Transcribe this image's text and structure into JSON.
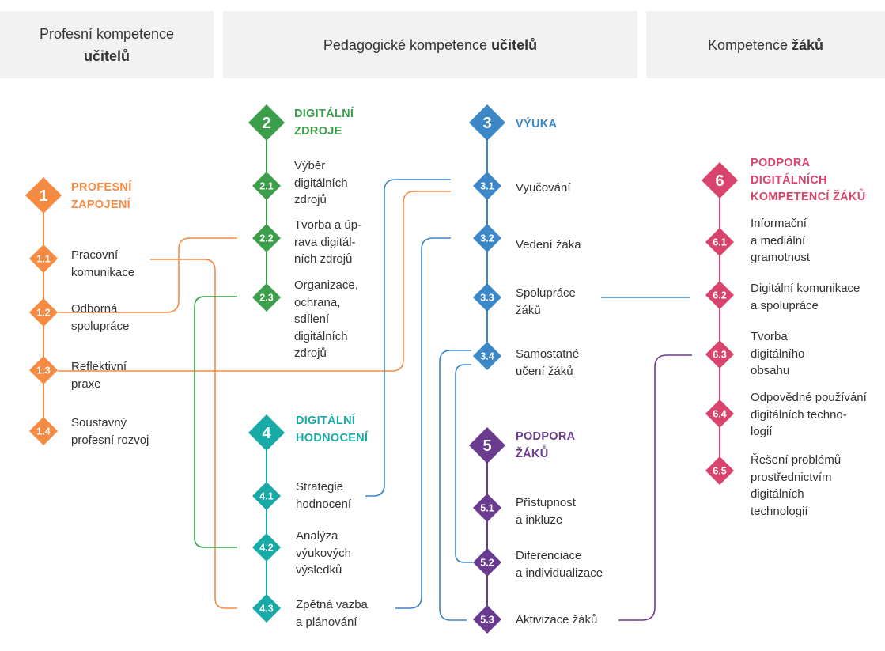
{
  "headers": {
    "professional": {
      "text": "Profesní kompetence",
      "bold": "učitelů"
    },
    "pedagogical": {
      "text": "Pedagogické kompetence ",
      "bold": "učitelů"
    },
    "students": {
      "text": "Kompetence ",
      "bold": "žáků"
    }
  },
  "colors": {
    "orange": "#f58a42",
    "green": "#3a9e4a",
    "blue": "#3b87c7",
    "teal": "#17aaa6",
    "purple": "#6a3b8e",
    "magenta": "#d8446b"
  },
  "areas": [
    {
      "id": "1",
      "title": "PROFESNÍ\nZAPOJENÍ",
      "color": "orange",
      "items": [
        {
          "id": "1.1",
          "label": "Pracovní\nkomunikace"
        },
        {
          "id": "1.2",
          "label": "Odborná\nspolupráce"
        },
        {
          "id": "1.3",
          "label": "Reflektivní\npraxe"
        },
        {
          "id": "1.4",
          "label": "Soustavný\nprofesní rozvoj"
        }
      ]
    },
    {
      "id": "2",
      "title": "DIGITÁLNÍ\nZDROJE",
      "color": "green",
      "items": [
        {
          "id": "2.1",
          "label": "Výběr\ndigitálních\nzdrojů"
        },
        {
          "id": "2.2",
          "label": "Tvorba a úp-\nrava digitál-\nních zdrojů"
        },
        {
          "id": "2.3",
          "label": "Organizace,\nochrana,\nsdílení\ndigitálních\nzdrojů"
        }
      ]
    },
    {
      "id": "3",
      "title": "VÝUKA",
      "color": "blue",
      "items": [
        {
          "id": "3.1",
          "label": "Vyučování"
        },
        {
          "id": "3.2",
          "label": "Vedení žáka"
        },
        {
          "id": "3.3",
          "label": "Spolupráce\nžáků"
        },
        {
          "id": "3.4",
          "label": "Samostatné\nučení žáků"
        }
      ]
    },
    {
      "id": "4",
      "title": "DIGITÁLNÍ\nHODNOCENÍ",
      "color": "teal",
      "items": [
        {
          "id": "4.1",
          "label": "Strategie\nhodnocení"
        },
        {
          "id": "4.2",
          "label": "Analýza\nvýukových\nvýsledků"
        },
        {
          "id": "4.3",
          "label": "Zpětná vazba\na plánování"
        }
      ]
    },
    {
      "id": "5",
      "title": "PODPORA\nŽÁKŮ",
      "color": "purple",
      "items": [
        {
          "id": "5.1",
          "label": "Přístupnost\na inkluze"
        },
        {
          "id": "5.2",
          "label": "Diferenciace\na individualizace"
        },
        {
          "id": "5.3",
          "label": "Aktivizace žáků"
        }
      ]
    },
    {
      "id": "6",
      "title": "PODPORA\nDIGITÁLNÍCH\nKOMPETENCÍ ŽÁKŮ",
      "color": "magenta",
      "items": [
        {
          "id": "6.1",
          "label": "Informační\na mediální\ngramotnost"
        },
        {
          "id": "6.2",
          "label": "Digitální komunikace\na spolupráce"
        },
        {
          "id": "6.3",
          "label": "Tvorba\ndigitálního\nobsahu"
        },
        {
          "id": "6.4",
          "label": "Odpovědné používání\ndigitálních techno-\nlogií"
        },
        {
          "id": "6.5",
          "label": "Řešení problémů\nprostřednictvím\ndigitálních\ntechnologií"
        }
      ]
    }
  ]
}
